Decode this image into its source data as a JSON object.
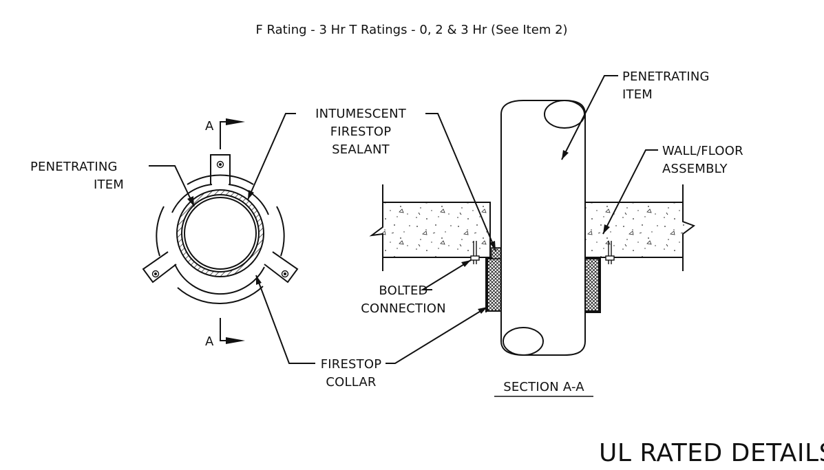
{
  "title": "F Rating - 3 Hr T Ratings - 0, 2 & 3 Hr (See Item 2)",
  "labels": {
    "penetrating_item_left": [
      "PENETRATING",
      "ITEM"
    ],
    "intumescent": [
      "INTUMESCENT",
      "FIRESTOP",
      "SEALANT"
    ],
    "bolted": [
      "BOLTED",
      "CONNECTION"
    ],
    "firestop_collar": [
      "FIRESTOP",
      "COLLAR"
    ],
    "penetrating_item_right": [
      "PENETRATING",
      "ITEM"
    ],
    "wall_floor": [
      "WALL/FLOOR",
      "ASSEMBLY"
    ],
    "section_mark": "A",
    "section_caption": "SECTION A-A"
  },
  "footer": "UL RATED DETAILS"
}
